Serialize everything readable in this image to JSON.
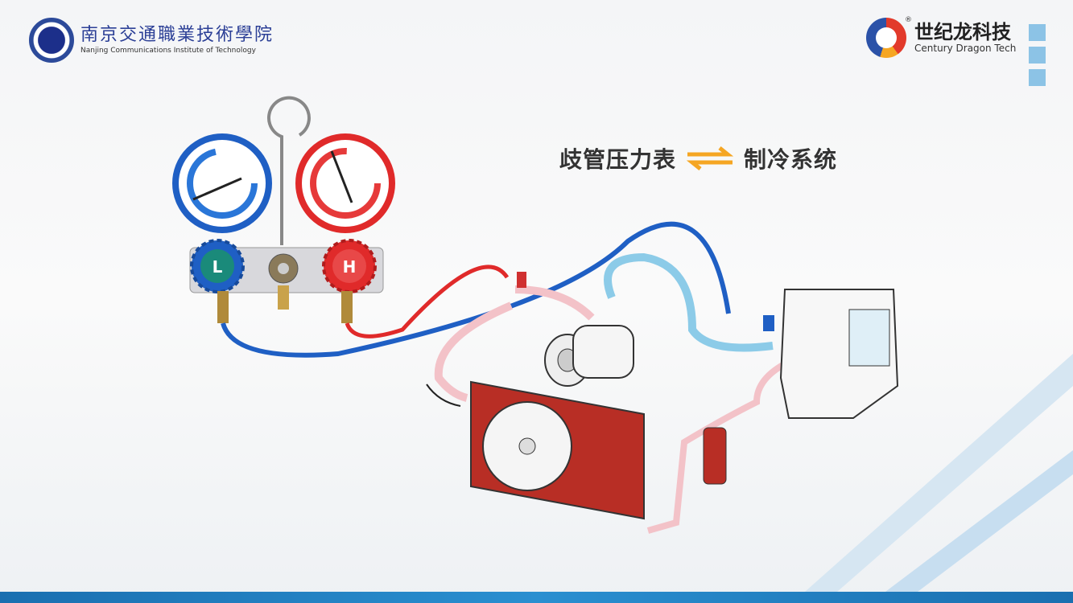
{
  "header": {
    "school_name_cn": "南京交通職業技術學院",
    "school_name_en": "Nanjing Communications Institute of Technology",
    "company_name_cn": "世纪龙科技",
    "company_name_en": "Century Dragon Tech",
    "registered_mark": "®"
  },
  "title": {
    "left": "歧管压力表",
    "arrow_icon": "bidirectional-arrows",
    "right": "制冷系统"
  },
  "gauges": {
    "low_knob_label": "L",
    "high_knob_label": "H"
  },
  "colors": {
    "low_side": "#1f5fc4",
    "high_side": "#e02a2a",
    "accent": "#f5a623",
    "band": "#1a6fb0"
  }
}
